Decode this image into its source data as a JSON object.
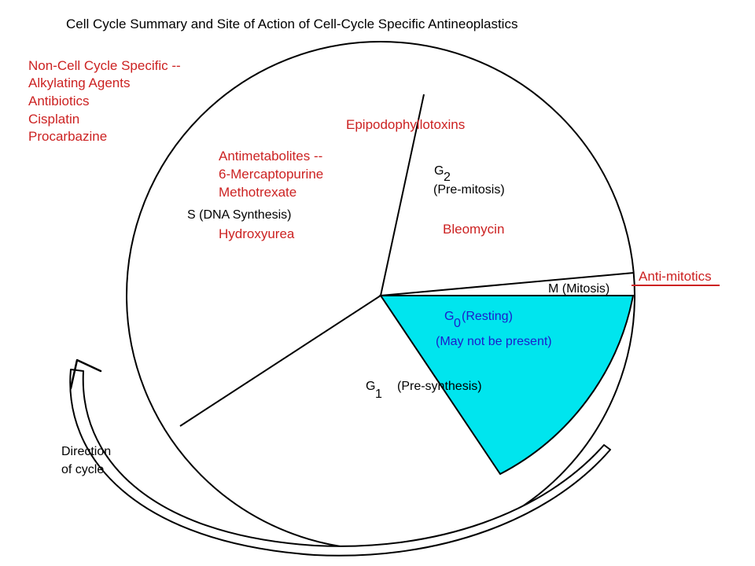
{
  "title": "Cell Cycle Summary and Site of Action of Cell-Cycle Specific Antineoplastics",
  "non_cell_cycle": {
    "heading": "Non-Cell Cycle Specific --",
    "items": [
      "Alkylating Agents",
      "Antibiotics",
      "Cisplatin",
      "Procarbazine"
    ]
  },
  "phases": {
    "s": {
      "label": "S (DNA Synthesis)",
      "drugs_heading": "Antimetabolites --",
      "drugs": [
        "6-Mercaptopurine",
        "Methotrexate"
      ],
      "extra_drug": "Hydroxyurea"
    },
    "g2": {
      "letter": "G",
      "subscript": "2",
      "description": "(Pre-mitosis)",
      "drug_top": "Epipodophyllotoxins",
      "drug": "Bleomycin"
    },
    "m": {
      "label": "M (Mitosis)",
      "drug": "Anti-mitotics"
    },
    "g0": {
      "letter": "G",
      "subscript": "0",
      "label": "(Resting)",
      "note": "(May not be present)"
    },
    "g1": {
      "letter": "G",
      "subscript": "1",
      "description": "(Pre-synthesis)"
    }
  },
  "direction_label": [
    "Direction",
    "of cycle"
  ],
  "colors": {
    "drug_red": "#cc2222",
    "g0_fill": "#00e5ee",
    "g0_text": "#1c1ccc",
    "outline": "#000000"
  }
}
